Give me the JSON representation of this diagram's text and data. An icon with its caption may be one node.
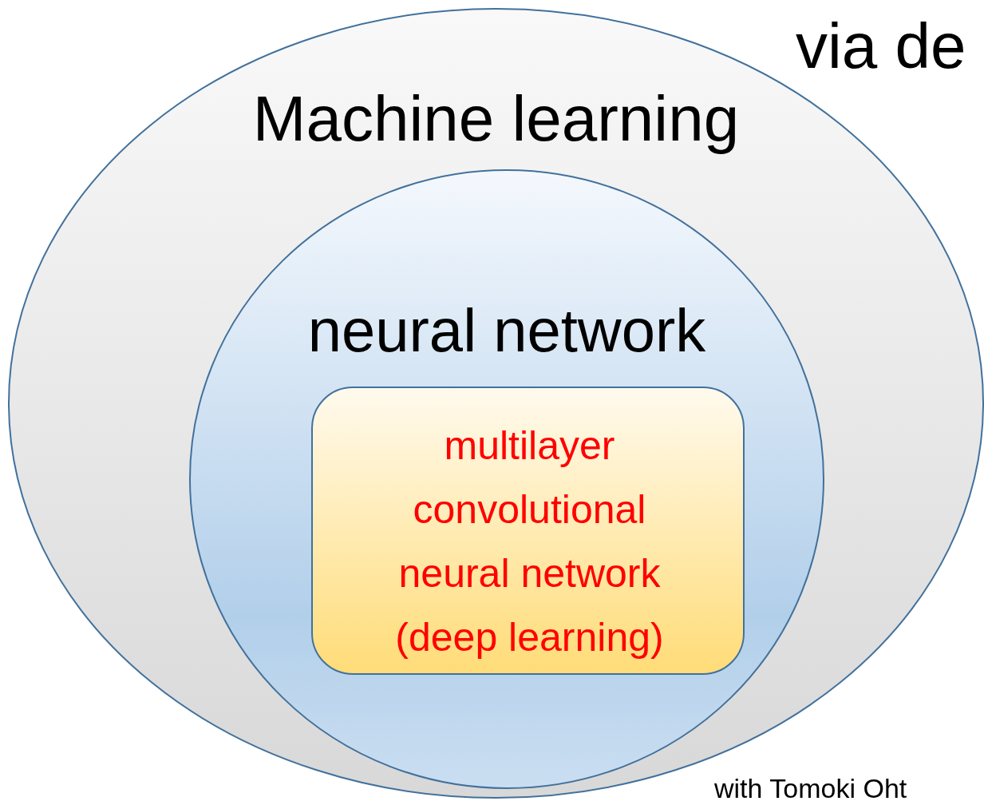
{
  "diagram": {
    "nodes": [
      {
        "text": [
          "Machine learning"
        ]
      },
      {
        "text": [
          "neural network"
        ],
        "in": 0
      },
      {
        "text": [
          "multilayer convolutional neural network (deep learning)"
        ],
        "in": 1
      }
    ],
    "edges": [],
    "labels": [
      "via de",
      "with Tomoki Oht"
    ]
  }
}
